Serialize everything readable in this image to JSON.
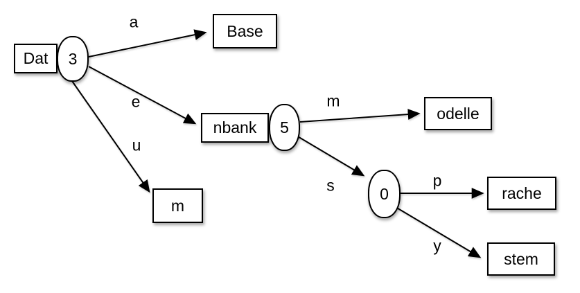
{
  "diagram": {
    "type": "trie-tree",
    "colors": {
      "background": "#ffffff",
      "node_fill": "#ffffff",
      "node_border": "#000000",
      "text": "#000000",
      "edge": "#000000"
    },
    "nodes": [
      {
        "id": "dat",
        "label": "Dat",
        "count": "3",
        "kind": "box-with-count"
      },
      {
        "id": "base",
        "label": "Base",
        "kind": "box"
      },
      {
        "id": "nbank",
        "label": "nbank",
        "count": "5",
        "kind": "box-with-count"
      },
      {
        "id": "m",
        "label": "m",
        "kind": "box"
      },
      {
        "id": "odelle",
        "label": "odelle",
        "kind": "box"
      },
      {
        "id": "zero",
        "count": "0",
        "kind": "count-only"
      },
      {
        "id": "rache",
        "label": "rache",
        "kind": "box"
      },
      {
        "id": "stem",
        "label": "stem",
        "kind": "box"
      }
    ],
    "edges": [
      {
        "from": "dat",
        "to": "base",
        "label": "a"
      },
      {
        "from": "dat",
        "to": "nbank",
        "label": "e"
      },
      {
        "from": "dat",
        "to": "m",
        "label": "u"
      },
      {
        "from": "nbank",
        "to": "odelle",
        "label": "m"
      },
      {
        "from": "nbank",
        "to": "zero",
        "label": "s"
      },
      {
        "from": "zero",
        "to": "rache",
        "label": "p"
      },
      {
        "from": "zero",
        "to": "stem",
        "label": "y"
      }
    ]
  }
}
